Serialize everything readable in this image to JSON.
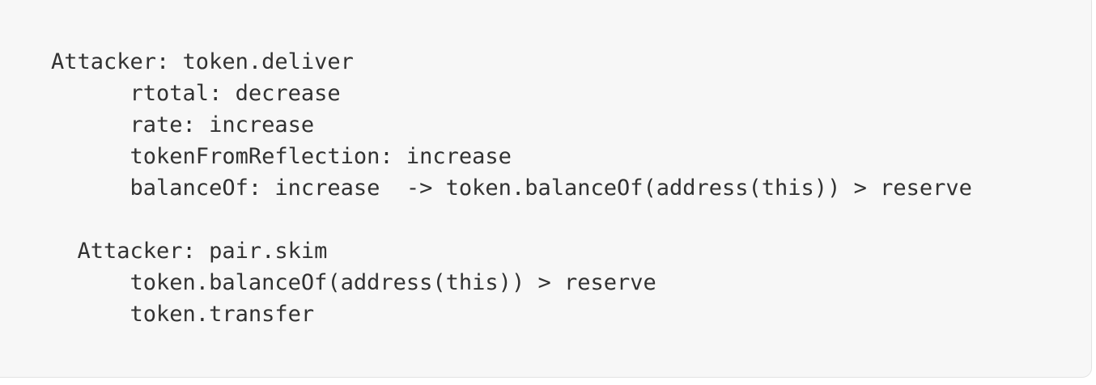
{
  "colors": {
    "page_bg": "#ffffff",
    "panel_bg": "#f7f7f7",
    "panel_border": "#e3e3e3",
    "text_color": "#323232"
  },
  "code_block": {
    "lines": [
      "Attacker: token.deliver",
      "      rtotal: decrease",
      "      rate: increase",
      "      tokenFromReflection: increase",
      "      balanceOf: increase  -> token.balanceOf(address(this)) > reserve",
      "",
      "  Attacker: pair.skim",
      "      token.balanceOf(address(this)) > reserve",
      "      token.transfer"
    ]
  }
}
